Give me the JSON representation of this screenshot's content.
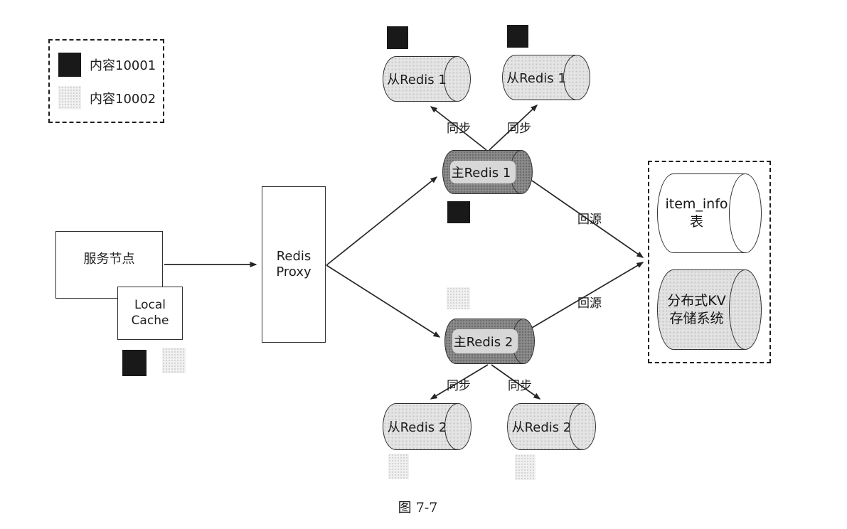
{
  "figure": {
    "caption": "图 7-7"
  },
  "legend": {
    "items": [
      {
        "swatch": "content-10001",
        "label": "内容10001"
      },
      {
        "swatch": "content-10002",
        "label": "内容10002"
      }
    ]
  },
  "nodes": {
    "service_node": {
      "label": "服务节点"
    },
    "local_cache": {
      "line1": "Local",
      "line2": "Cache"
    },
    "redis_proxy": {
      "line1": "Redis",
      "line2": "Proxy"
    },
    "master_redis_1": {
      "label": "主Redis 1"
    },
    "master_redis_2": {
      "label": "主Redis 2"
    },
    "slave_redis_1a": {
      "label": "从Redis 1"
    },
    "slave_redis_1b": {
      "label": "从Redis 1"
    },
    "slave_redis_2a": {
      "label": "从Redis 2"
    },
    "slave_redis_2b": {
      "label": "从Redis 2"
    },
    "item_info_table": {
      "line1": "item_info",
      "line2": "表"
    },
    "kv_store": {
      "line1": "分布式KV",
      "line2": "存储系统"
    }
  },
  "edge_labels": {
    "sync_top_left": "同步",
    "sync_top_right": "同步",
    "sync_bottom_left": "同步",
    "sync_bottom_right": "同步",
    "back_source_top": "回源",
    "back_source_bottom": "回源"
  },
  "colors": {
    "content_10001": "#191919",
    "content_10002": "#f0f0f0",
    "master_fill": "#8d8d8d",
    "master_label_bg": "#d7d7d7",
    "slave_fill": "#e4e4e4",
    "item_info_fill": "#ffffff",
    "kv_fill": "#e2e2e2",
    "line": "#262626",
    "background": "#ffffff"
  }
}
